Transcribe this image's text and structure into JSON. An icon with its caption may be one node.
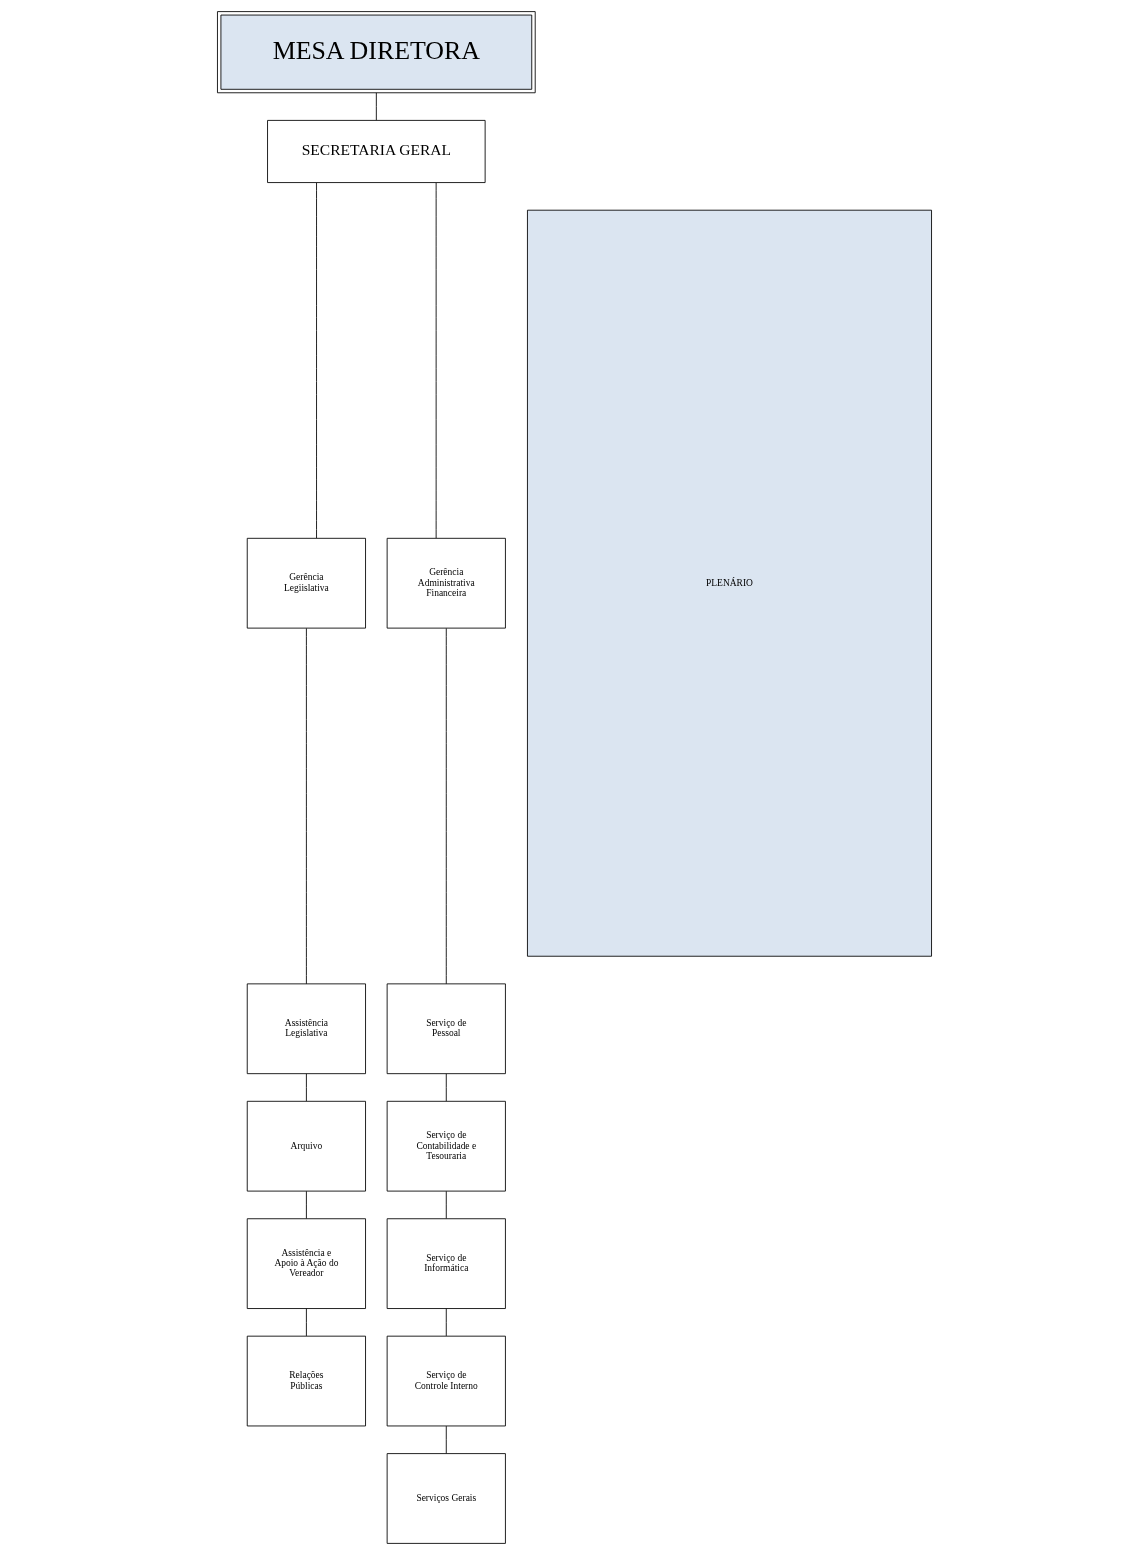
{
  "diagram": {
    "nodes": [
      {
        "text": [
          "MESA DIRETORA"
        ]
      },
      {
        "text": [
          "SECRETARIA GERAL"
        ]
      },
      {
        "text": [
          "Gerência Legiislativa"
        ]
      },
      {
        "text": [
          "PLENÁRIO"
        ]
      },
      {
        "text": [
          "Gerência Administrativa Financeira"
        ]
      },
      {
        "text": [
          "Assistência Legislativa"
        ]
      },
      {
        "text": [
          "Arquivo"
        ]
      },
      {
        "text": [
          "Assistência e Apoio à Ação do Vereador"
        ]
      },
      {
        "text": [
          "Relações Públicas"
        ]
      },
      {
        "text": [
          "Serviço de Pessoal"
        ]
      },
      {
        "text": [
          "Serviço de Contabilidade e Tesouraria"
        ]
      },
      {
        "text": [
          "Serviço de Informática"
        ]
      },
      {
        "text": [
          "Serviço de Controle Interno"
        ]
      },
      {
        "text": [
          "Serviços Gerais"
        ]
      }
    ],
    "edges": [
      {
        "from": 0,
        "to": 1,
        "arrow": "none"
      },
      {
        "from": 1,
        "to": 2,
        "arrow": "none"
      },
      {
        "from": 1,
        "to": 4,
        "arrow": "none"
      },
      {
        "from": 2,
        "to": 5,
        "arrow": "none"
      },
      {
        "from": 5,
        "to": 6,
        "arrow": "none"
      },
      {
        "from": 6,
        "to": 7,
        "arrow": "none"
      },
      {
        "from": 7,
        "to": 8,
        "arrow": "none"
      },
      {
        "from": 4,
        "to": 9,
        "arrow": "none"
      },
      {
        "from": 9,
        "to": 10,
        "arrow": "none"
      },
      {
        "from": 10,
        "to": 11,
        "arrow": "none"
      },
      {
        "from": 11,
        "to": 12,
        "arrow": "none"
      },
      {
        "from": 12,
        "to": 13,
        "arrow": "none"
      }
    ]
  }
}
